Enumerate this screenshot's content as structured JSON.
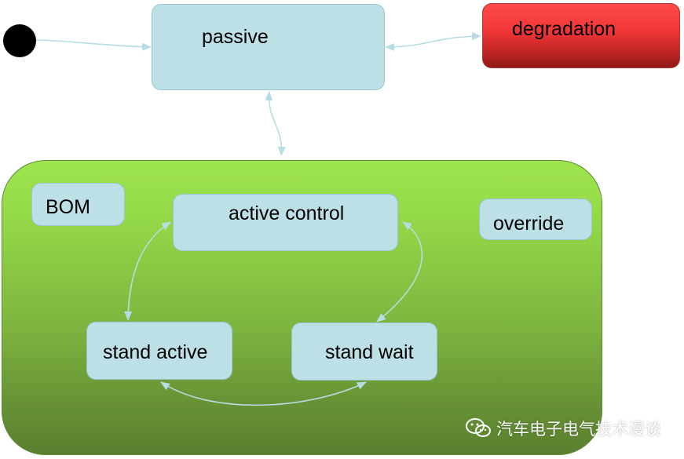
{
  "diagram": {
    "states": {
      "passive": "passive",
      "degradation": "degradation",
      "bom": "BOM",
      "active_control": "active control",
      "override": "override",
      "stand_active": "stand active",
      "stand_wait": "stand wait"
    },
    "colors": {
      "state_fill": "#bde0e6",
      "degradation_fill": "#ef3535",
      "composite_fill": "#8fcf47",
      "arrow": "#b7dce2"
    }
  },
  "watermark": {
    "text": "汽车电子电气技术漫谈",
    "icon": "wechat-icon"
  }
}
